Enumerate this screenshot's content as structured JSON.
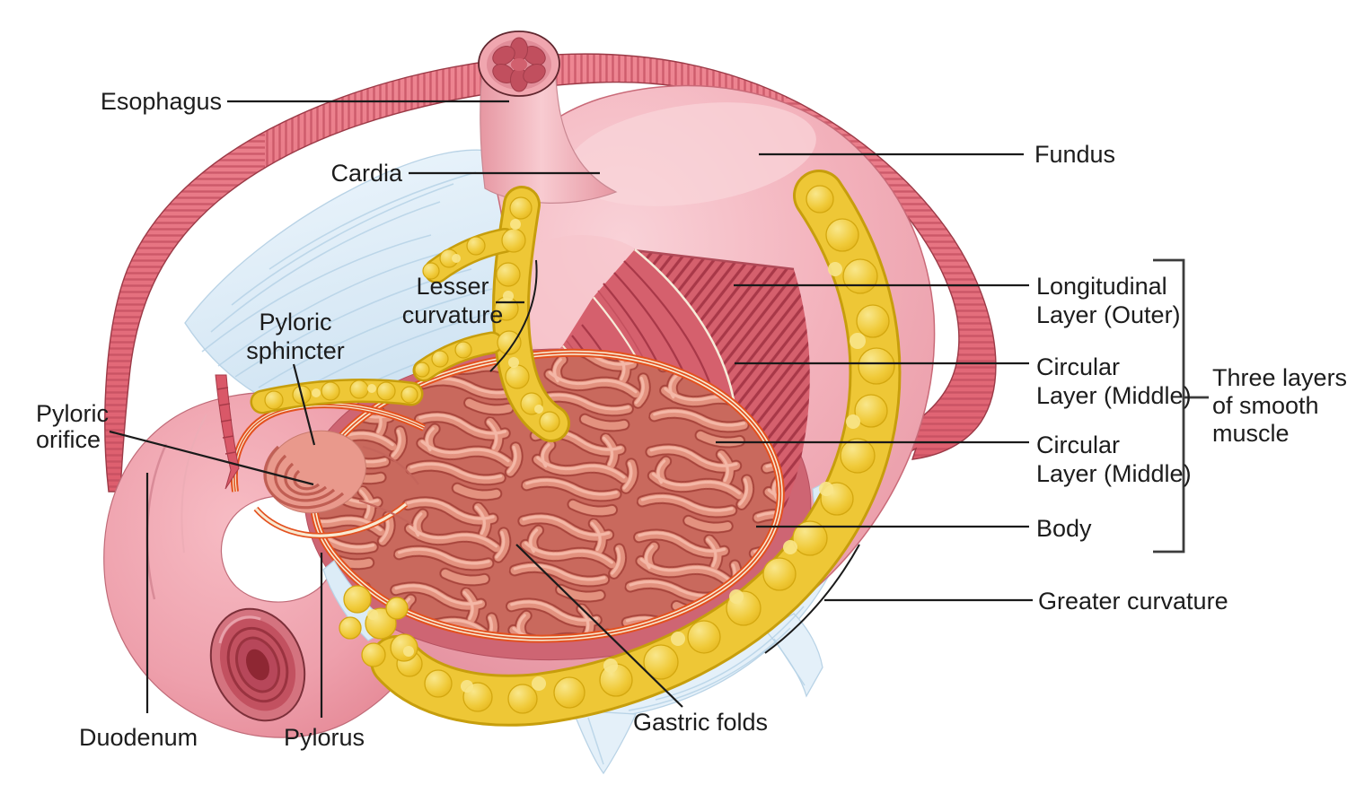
{
  "figure": {
    "subject": "Stomach cross-section anatomy diagram",
    "colors": {
      "stomach_pink": "#f2aeb8",
      "muscle_red": "#d5606d",
      "muscle_stripe_red": "#a83848",
      "cut_wall_rose": "#ce6573",
      "gastric_fold_salmon": "#e3927f",
      "mucosa_lining_orange": "#e3511f",
      "omentum_fat_yellow": "#eec736",
      "membrane_blue": "#e4f0f9",
      "ribbon_muscle_pink": "#e46372",
      "label_ink": "#1c1c1c"
    }
  },
  "labels": {
    "esophagus": {
      "text": "Esophagus"
    },
    "cardia": {
      "text": "Cardia"
    },
    "fundus": {
      "text": "Fundus"
    },
    "lesser_curvature": {
      "line1": "Lesser",
      "line2": "curvature"
    },
    "pyloric_sphincter": {
      "line1": "Pyloric",
      "line2": "sphincter"
    },
    "pyloric_orifice": {
      "line1": "Pyloric",
      "line2": "orifice"
    },
    "duodenum": {
      "text": "Duodenum"
    },
    "pylorus": {
      "text": "Pylorus"
    },
    "gastric_folds": {
      "text": "Gastric folds"
    },
    "longitudinal_layer": {
      "line1": "Longitudinal",
      "line2": "Layer (Outer)"
    },
    "circular_layer_upper": {
      "line1": "Circular",
      "line2": "Layer (Middle)"
    },
    "circular_layer_lower": {
      "line1": "Circular",
      "line2": "Layer (Middle)"
    },
    "body": {
      "text": "Body"
    },
    "greater_curvature": {
      "text": "Greater curvature"
    },
    "smooth_muscle_note": {
      "line1": "Three layers",
      "line2": "of smooth",
      "line3": "muscle"
    }
  }
}
